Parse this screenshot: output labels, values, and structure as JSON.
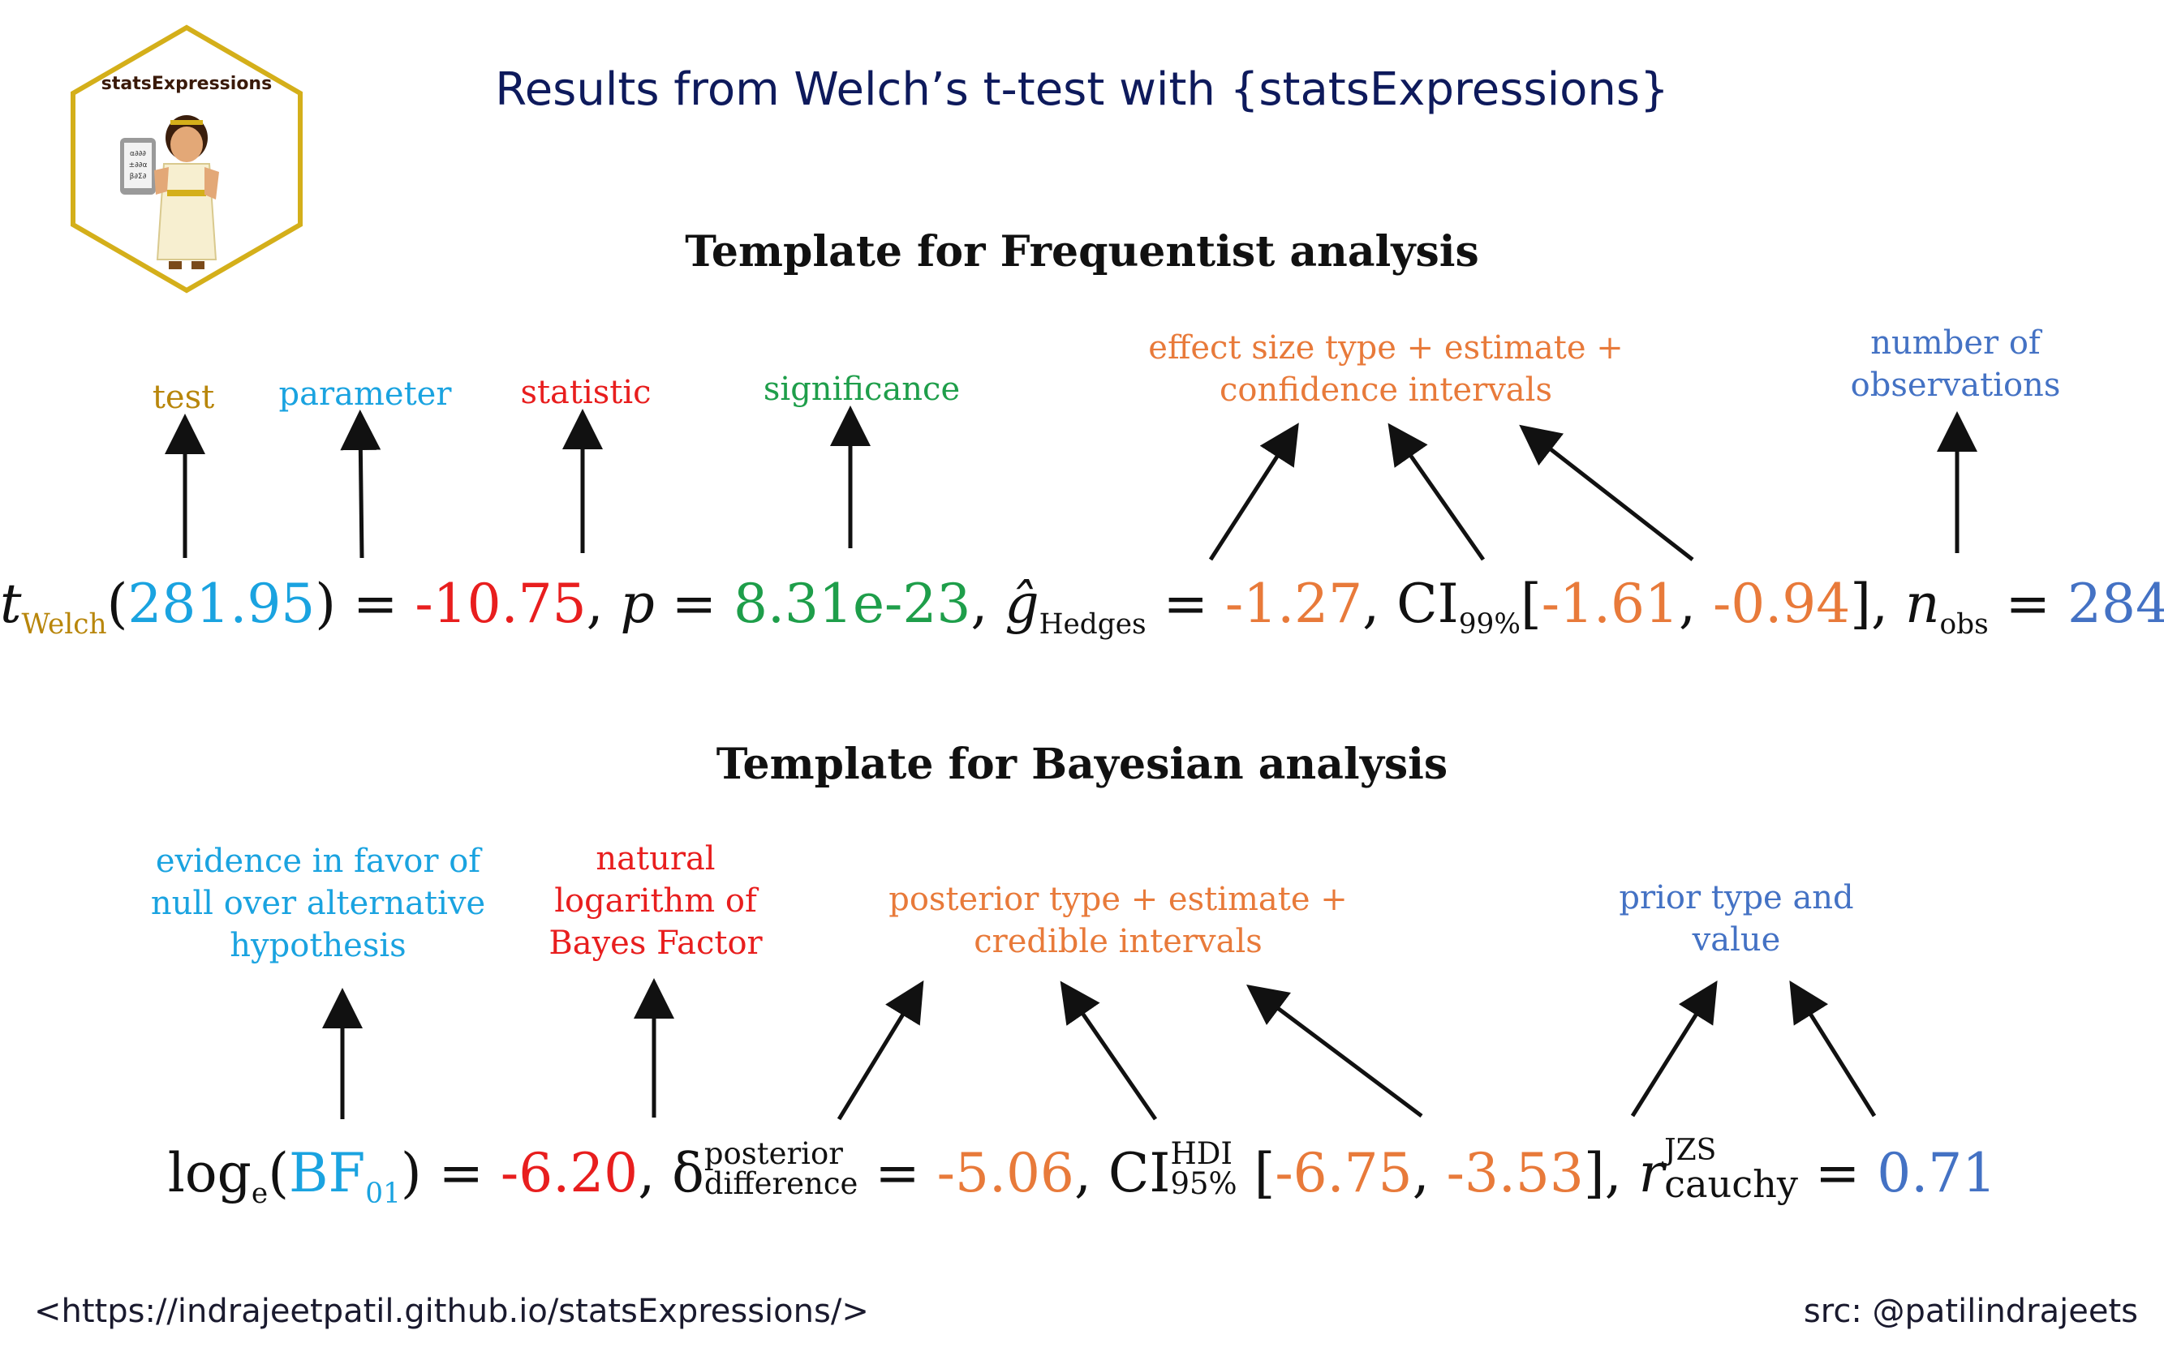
{
  "title": "Results from Welch’s t-test with {statsExpressions}",
  "logo": {
    "text": "statsExpressions",
    "border_color": "#d4af1a"
  },
  "frequentist": {
    "heading": "Template for Frequentist analysis",
    "labels": {
      "test": "test",
      "parameter": "parameter",
      "statistic": "statistic",
      "significance": "significance",
      "effect_size_l1": "effect size type + estimate +",
      "effect_size_l2": "confidence intervals",
      "nobs_l1": "number of",
      "nobs_l2": "observations"
    },
    "formula": {
      "t": "t",
      "t_sub": "Welch",
      "df": "281.95",
      "eq1": " = ",
      "stat": "-10.75",
      "p_sym": "p",
      "p_val": "8.31e-23",
      "g_sym": "ĝ",
      "g_sub": "Hedges",
      "g_val": "-1.27",
      "ci": "CI",
      "ci_sub": "99%",
      "ci_lo": "-1.61",
      "ci_hi": "-0.94",
      "n_sym": "n",
      "n_sub": "obs",
      "n_val": "284"
    }
  },
  "bayesian": {
    "heading": "Template for Bayesian analysis",
    "labels": {
      "evidence_l1": "evidence in favor of",
      "evidence_l2": "null over alternative",
      "evidence_l3": "hypothesis",
      "natlog_l1": "natural",
      "natlog_l2": "logarithm of",
      "natlog_l3": "Bayes Factor",
      "posterior_l1": "posterior type + estimate +",
      "posterior_l2": "credible intervals",
      "prior_l1": "prior type and",
      "prior_l2": "value"
    },
    "formula": {
      "log": "log",
      "log_sub": "e",
      "bf": "BF",
      "bf_sub": "01",
      "bf_val": "-6.20",
      "delta": "δ",
      "delta_sup": "posterior",
      "delta_sub": "difference",
      "delta_val": "-5.06",
      "ci": "CI",
      "ci_sup": "HDI",
      "ci_sub": "95%",
      "ci_lo": "-6.75",
      "ci_hi": "-3.53",
      "r": "r",
      "r_sup": "JZS",
      "r_sub": "cauchy",
      "r_val": "0.71"
    }
  },
  "footer": {
    "url": "<https://indrajeetpatil.github.io/statsExpressions/>",
    "src": "src: @patilindrajeets"
  },
  "colors": {
    "test": "#b8860b",
    "parameter": "#1aa3e0",
    "statistic": "#e81e1e",
    "significance": "#1e9e4a",
    "effect": "#e87a3a",
    "nobs": "#4472c4",
    "title": "#0e1a5c"
  }
}
